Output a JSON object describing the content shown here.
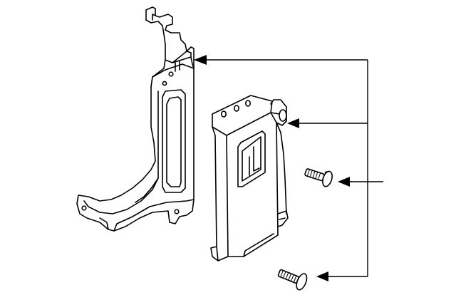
{
  "diagram": {
    "parts": [
      {
        "id": "bracket",
        "icon": "mounting-bracket"
      },
      {
        "id": "control-module",
        "icon": "electronic-control-module"
      },
      {
        "id": "bolt-upper",
        "icon": "bolt"
      },
      {
        "id": "bolt-lower",
        "icon": "bolt"
      }
    ],
    "callouts": [
      {
        "target": "bracket"
      },
      {
        "target": "control-module"
      },
      {
        "target": "bolt-upper"
      },
      {
        "target": "bolt-lower"
      }
    ],
    "colors": {
      "line": "#000000",
      "background": "#ffffff"
    }
  }
}
